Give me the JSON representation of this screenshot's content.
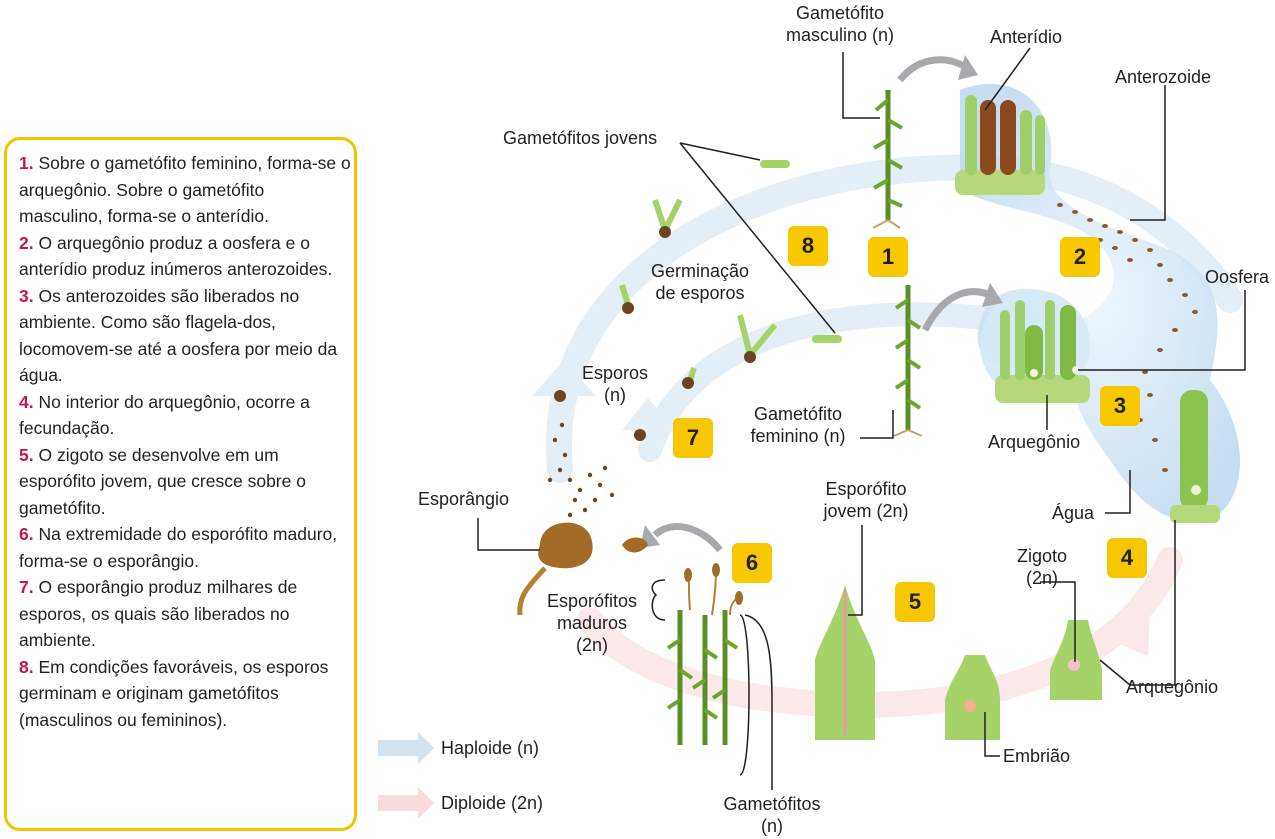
{
  "steps": [
    {
      "n": "1.",
      "text": "Sobre o gametófito feminino, forma-se o arquegônio. Sobre o gametófito masculino, forma-se o anterídio."
    },
    {
      "n": "2.",
      "text": "O arquegônio produz a oosfera e o anterídio produz inúmeros anterozoides."
    },
    {
      "n": "3.",
      "text": "Os anterozoides são liberados no ambiente. Como são flagela-dos, locomovem-se até a oosfera por meio da água."
    },
    {
      "n": "4.",
      "text": "No interior do arquegônio, ocorre a fecundação."
    },
    {
      "n": "5.",
      "text": "O zigoto se desenvolve em um esporófito jovem, que cresce sobre o gametófito."
    },
    {
      "n": "6.",
      "text": "Na extremidade do esporófito maduro, forma-se o esporângio."
    },
    {
      "n": "7.",
      "text": "O esporângio produz milhares de esporos, os quais são liberados no ambiente."
    },
    {
      "n": "8.",
      "text": "Em condições favoráveis, os esporos germinam e originam gametófitos (masculinos ou femininos)."
    }
  ],
  "labels": {
    "gametofito_masculino_1": "Gametófito",
    "gametofito_masculino_2": "masculino (n)",
    "anteridio": "Anterídio",
    "anterozoide": "Anterozoide",
    "gametofitos_jovens": "Gametófitos jovens",
    "germinacao_1": "Germinação",
    "germinacao_2": "de esporos",
    "oosfera": "Oosfera",
    "esporos_1": "Esporos",
    "esporos_2": "(n)",
    "gametofito_feminino_1": "Gametófito",
    "gametofito_feminino_2": "feminino (n)",
    "arquegonio_top": "Arquegônio",
    "agua": "Água",
    "esporangio": "Esporângio",
    "esporofito_jovem_1": "Esporófito",
    "esporofito_jovem_2": "jovem (2n)",
    "zigoto_1": "Zigoto",
    "zigoto_2": "(2n)",
    "esporofitos_maduros_1": "Esporófitos",
    "esporofitos_maduros_2": "maduros",
    "esporofitos_maduros_3": "(2n)",
    "arquegonio_bottom": "Arquegônio",
    "embriao": "Embrião",
    "gametofitos_1": "Gametófitos",
    "gametofitos_2": "(n)"
  },
  "badges": [
    "1",
    "2",
    "3",
    "4",
    "5",
    "6",
    "7",
    "8"
  ],
  "key": {
    "haploide": "Haploide (n)",
    "diploide": "Diploide (2n)",
    "haploide_color": "#d3e3f0",
    "diploide_color": "#f8dcdc"
  },
  "colors": {
    "accent": "#f7c800",
    "step_number": "#c4145a",
    "plant_green": "#6fa52f",
    "water": "#cfe3f4"
  }
}
